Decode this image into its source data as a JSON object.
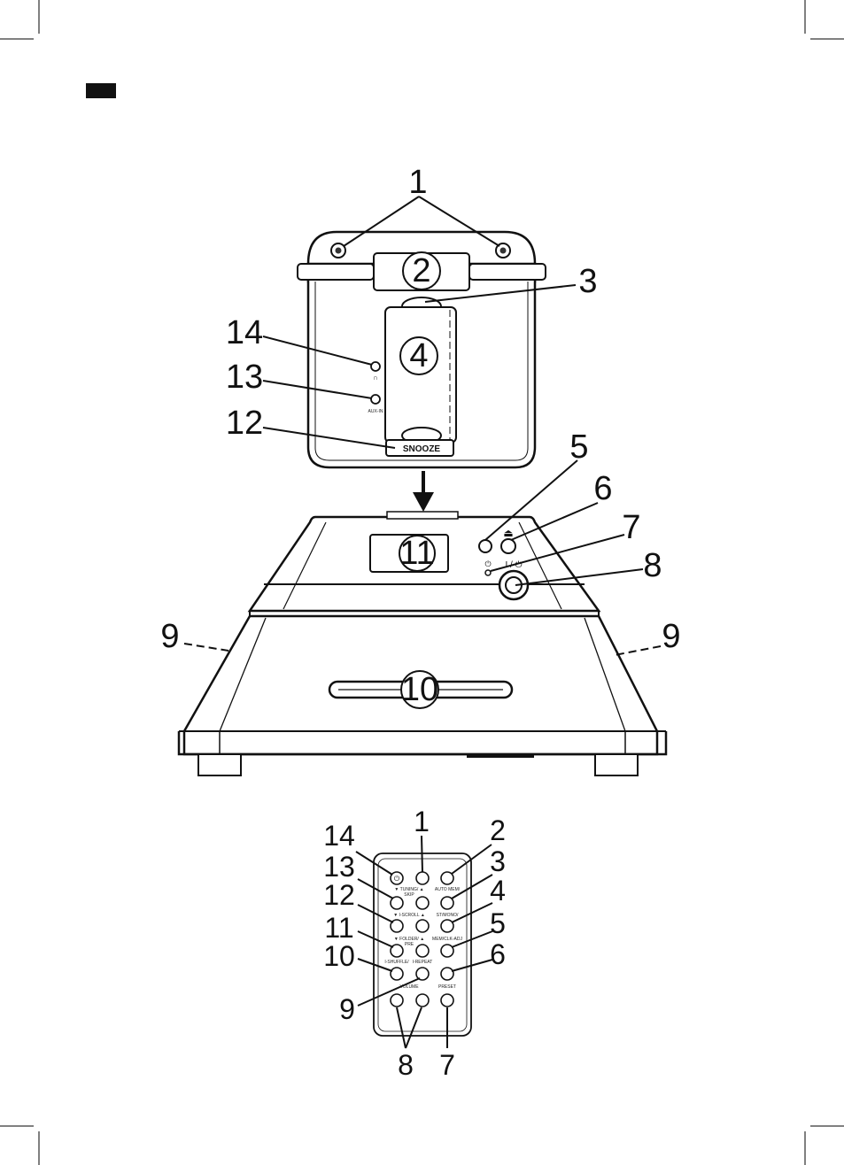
{
  "device_callouts": {
    "c1": "1",
    "c2": "2",
    "c3": "3",
    "c4": "4",
    "c5": "5",
    "c6": "6",
    "c7": "7",
    "c8": "8",
    "c9_left": "9",
    "c9_right": "9",
    "c10": "10",
    "c11": "11",
    "c12": "12",
    "c13": "13",
    "c14": "14"
  },
  "device_labels": {
    "aux_in": "AUX-IN",
    "snooze": "SNOOZE",
    "power_switch": "I / ⏻",
    "power_led": "⏻"
  },
  "remote_callouts": {
    "c1": "1",
    "c2": "2",
    "c3": "3",
    "c4": "4",
    "c5": "5",
    "c6": "6",
    "c7": "7",
    "c8": "8",
    "c9": "9",
    "c10": "10",
    "c11": "11",
    "c12": "12",
    "c13": "13",
    "c14": "14"
  },
  "remote_labels": {
    "tuning_skip": "▼ TUNING/ ▲",
    "skip": "SKIP",
    "scroll": "▼ I-SCROLL ▲",
    "folder": "▼ FOLDER/ ▲",
    "preset_label_top": "PRE",
    "auto_mem": "AUTO MEM/",
    "st_mono": "ST/MONO/",
    "mem_clk_adj": "MEM/CLK-ADJ",
    "shuffle": "I-SHUFFLE/",
    "repeat": "I-REPEAT",
    "volume": "VOLUME",
    "preset": "PRESET"
  }
}
